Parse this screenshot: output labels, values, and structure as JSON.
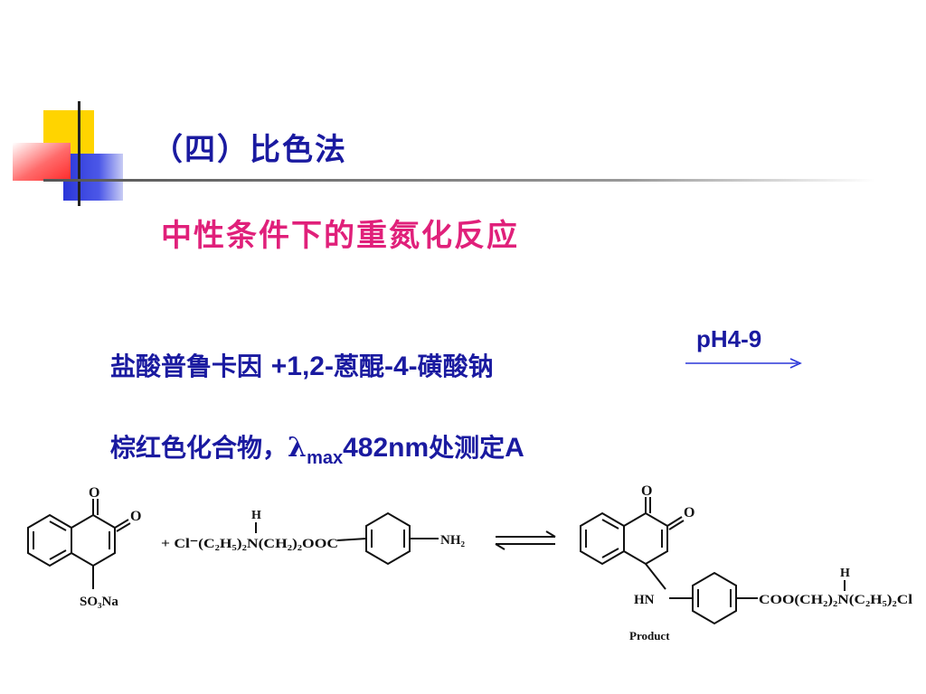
{
  "slide": {
    "title": "（四）比色法",
    "subtitle": "中性条件下的重氮化反应",
    "reaction_line": {
      "reactant1": "盐酸普鲁卡因 ",
      "plus_reactant2_number": "+1,2-",
      "reactant2_name_a": "蒽醌",
      "reactant2_dash": "-4-",
      "reactant2_name_b": "磺酸钠",
      "condition": "pH4-9"
    },
    "result_line": {
      "prefix": "棕红色化合物，",
      "lambda": "λ",
      "max": "max",
      "wavelength": "482nm",
      "suffix": "处测定",
      "suffix_a": "A"
    }
  },
  "scheme": {
    "reactant1_substituent": "SO₃Na",
    "reactant2_prefix": "+ Cl⁻(C₂H₅)₂N(CH₂)₂OOC",
    "reactant2_h": "H",
    "reactant2_amine": "NH₂",
    "product_amine": "HN",
    "product_ester": "COO(CH₂)₂N(C₂H₅)₂Cl",
    "product_h": "H",
    "product_label": "Product",
    "oxygen": "O"
  },
  "colors": {
    "title": "#1a1aa0",
    "subtitle": "#e0207a",
    "decor_yellow": "#ffd400",
    "decor_blue": "#2a36d8",
    "decor_red": "#ff3b3b"
  }
}
